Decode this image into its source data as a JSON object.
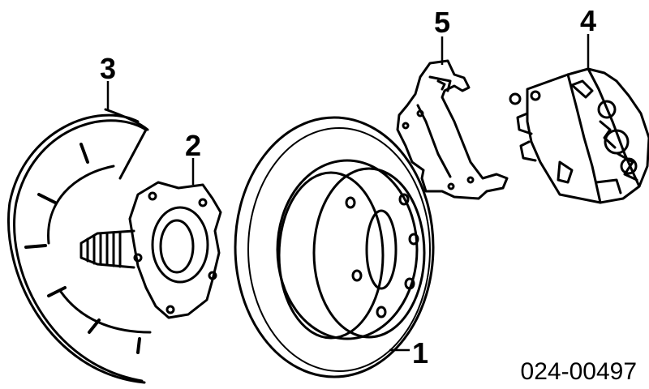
{
  "diagram": {
    "parts": [
      {
        "number": "1",
        "icon": "brake-rotor-icon"
      },
      {
        "number": "2",
        "icon": "wheel-hub-icon"
      },
      {
        "number": "3",
        "icon": "dust-shield-icon"
      },
      {
        "number": "4",
        "icon": "brake-caliper-icon"
      },
      {
        "number": "5",
        "icon": "caliper-bracket-icon"
      }
    ],
    "reference_code": "024-00497"
  }
}
